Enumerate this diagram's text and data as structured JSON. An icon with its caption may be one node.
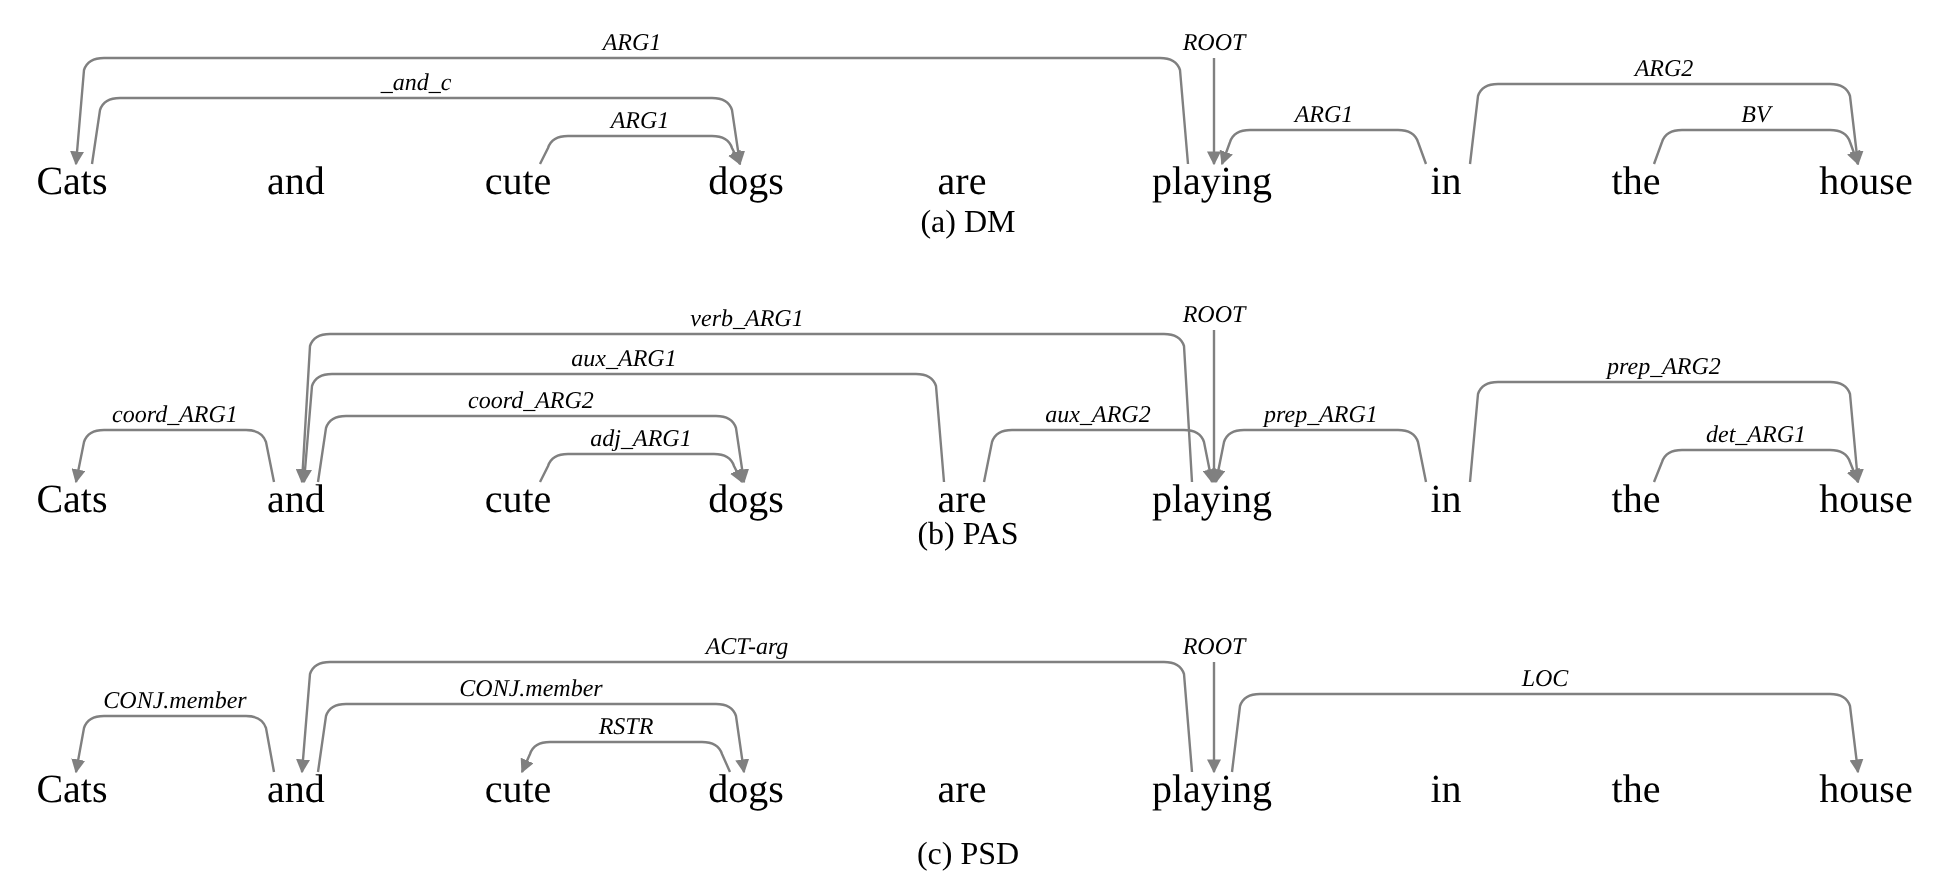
{
  "diagram": {
    "nodes": [
      {
        "text": [
          "Cats"
        ]
      },
      {
        "text": [
          "and"
        ]
      },
      {
        "text": [
          "cute"
        ]
      },
      {
        "text": [
          "dogs"
        ]
      },
      {
        "text": [
          "are"
        ]
      },
      {
        "text": [
          "playing"
        ]
      },
      {
        "text": [
          "in"
        ]
      },
      {
        "text": [
          "the"
        ]
      },
      {
        "text": [
          "house"
        ]
      },
      {
        "text": [
          "Cats"
        ]
      },
      {
        "text": [
          "and"
        ]
      },
      {
        "text": [
          "cute"
        ]
      },
      {
        "text": [
          "dogs"
        ]
      },
      {
        "text": [
          "are"
        ]
      },
      {
        "text": [
          "playing"
        ]
      },
      {
        "text": [
          "in"
        ]
      },
      {
        "text": [
          "the"
        ]
      },
      {
        "text": [
          "house"
        ]
      },
      {
        "text": [
          "Cats"
        ]
      },
      {
        "text": [
          "and"
        ]
      },
      {
        "text": [
          "cute"
        ]
      },
      {
        "text": [
          "dogs"
        ]
      },
      {
        "text": [
          "are"
        ]
      },
      {
        "text": [
          "playing"
        ]
      },
      {
        "text": [
          "in"
        ]
      },
      {
        "text": [
          "the"
        ]
      },
      {
        "text": [
          "house"
        ]
      }
    ],
    "edges": [
      {
        "from": 5,
        "to": 0,
        "arrow": "to",
        "label": "ARG1"
      },
      {
        "from": 0,
        "to": 3,
        "arrow": "to",
        "label": "_and_c"
      },
      {
        "from": 2,
        "to": 3,
        "arrow": "to",
        "label": "ARG1"
      },
      {
        "from": null,
        "to": 5,
        "arrow": "to",
        "label": "ROOT"
      },
      {
        "from": 6,
        "to": 5,
        "arrow": "to",
        "label": "ARG1"
      },
      {
        "from": 6,
        "to": 8,
        "arrow": "to",
        "label": "ARG2"
      },
      {
        "from": 7,
        "to": 8,
        "arrow": "to",
        "label": "BV"
      },
      {
        "from": 10,
        "to": 9,
        "arrow": "to",
        "label": "coord_ARG1"
      },
      {
        "from": 14,
        "to": 10,
        "arrow": "to",
        "label": "verb_ARG1"
      },
      {
        "from": 13,
        "to": 10,
        "arrow": "to",
        "label": "aux_ARG1"
      },
      {
        "from": 10,
        "to": 12,
        "arrow": "to",
        "label": "coord_ARG2"
      },
      {
        "from": 11,
        "to": 12,
        "arrow": "to",
        "label": "adj_ARG1"
      },
      {
        "from": 13,
        "to": 14,
        "arrow": "to",
        "label": "aux_ARG2"
      },
      {
        "from": null,
        "to": 14,
        "arrow": "to",
        "label": "ROOT"
      },
      {
        "from": 15,
        "to": 14,
        "arrow": "to",
        "label": "prep_ARG1"
      },
      {
        "from": 15,
        "to": 17,
        "arrow": "to",
        "label": "prep_ARG2"
      },
      {
        "from": 16,
        "to": 17,
        "arrow": "to",
        "label": "det_ARG1"
      },
      {
        "from": 19,
        "to": 18,
        "arrow": "to",
        "label": "CONJ.member"
      },
      {
        "from": 23,
        "to": 19,
        "arrow": "to",
        "label": "ACT-arg"
      },
      {
        "from": 19,
        "to": 21,
        "arrow": "to",
        "label": "CONJ.member"
      },
      {
        "from": 21,
        "to": 20,
        "arrow": "to",
        "label": "RSTR"
      },
      {
        "from": null,
        "to": 23,
        "arrow": "to",
        "label": "ROOT"
      },
      {
        "from": 23,
        "to": 26,
        "arrow": "to",
        "label": "LOC"
      }
    ],
    "labels": [
      "(a) DM",
      "(b) PAS",
      "(c) PSD"
    ]
  }
}
